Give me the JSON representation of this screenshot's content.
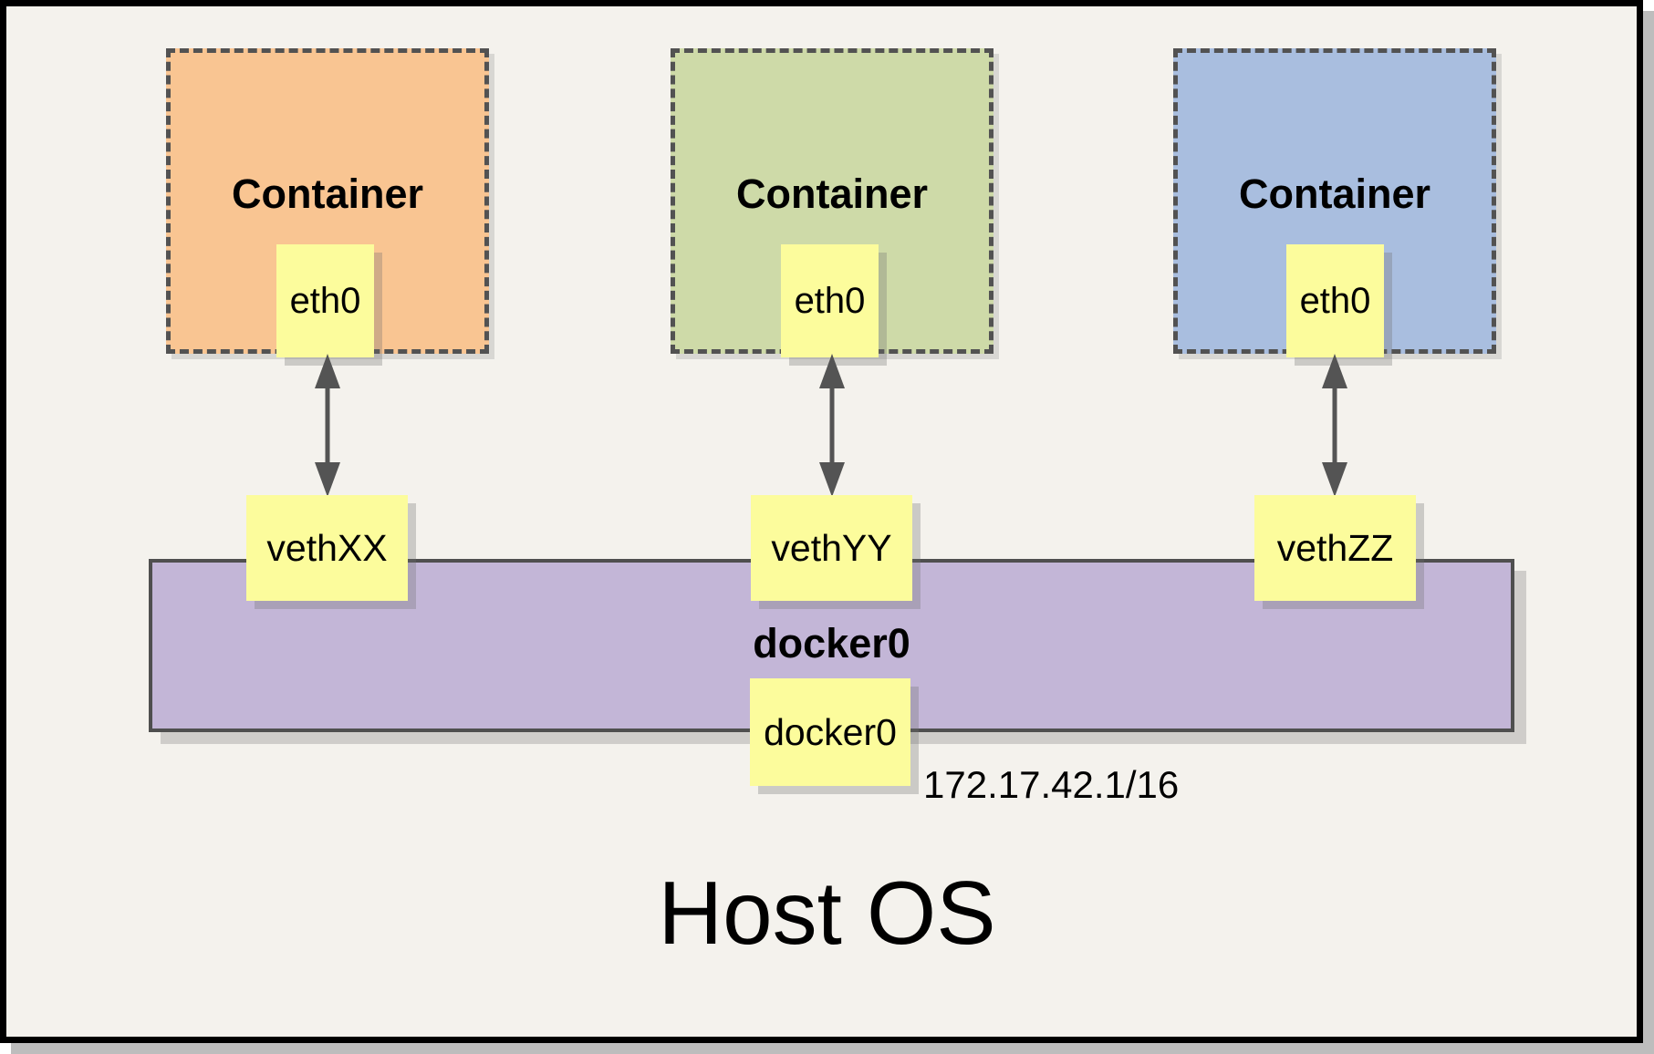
{
  "containers": [
    {
      "label": "Container",
      "interface": "eth0",
      "veth": "vethXX",
      "color": "#F9C592"
    },
    {
      "label": "Container",
      "interface": "eth0",
      "veth": "vethYY",
      "color": "#CEDAA8"
    },
    {
      "label": "Container",
      "interface": "eth0",
      "veth": "vethZZ",
      "color": "#A9BEDF"
    }
  ],
  "bridge": {
    "label": "docker0",
    "interface_box": "docker0",
    "ip": "172.17.42.1/16",
    "color": "#C3B6D7"
  },
  "host": {
    "label": "Host OS"
  },
  "colors": {
    "panel_background": "#F4F2ED",
    "frame_border": "#000000",
    "interface_box": "#FCFC9C",
    "dashed_border": "#525252",
    "arrow": "#545454",
    "page_shadow": "#BDBDBD"
  }
}
